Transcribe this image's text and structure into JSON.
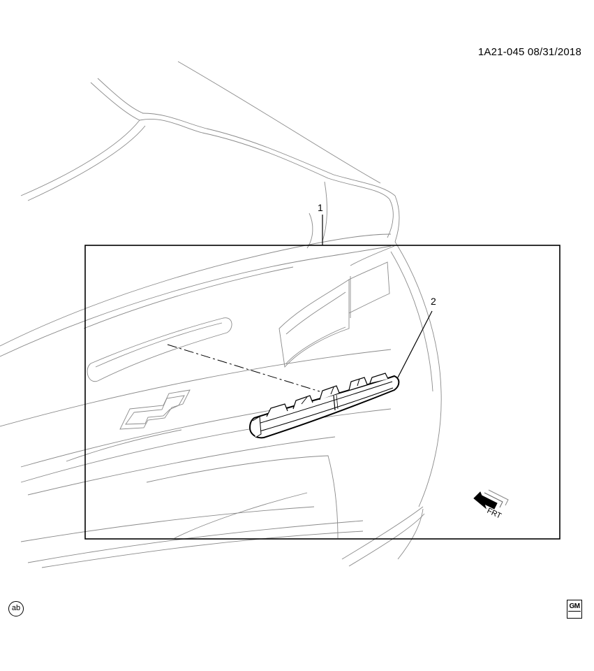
{
  "document_id": "1A21-045  08/31/2018",
  "callouts": [
    {
      "number": "1",
      "label": "1"
    },
    {
      "number": "2",
      "label": "2"
    }
  ],
  "direction_indicator": "FRT",
  "view_code": "ab",
  "brand_logo": "GM"
}
